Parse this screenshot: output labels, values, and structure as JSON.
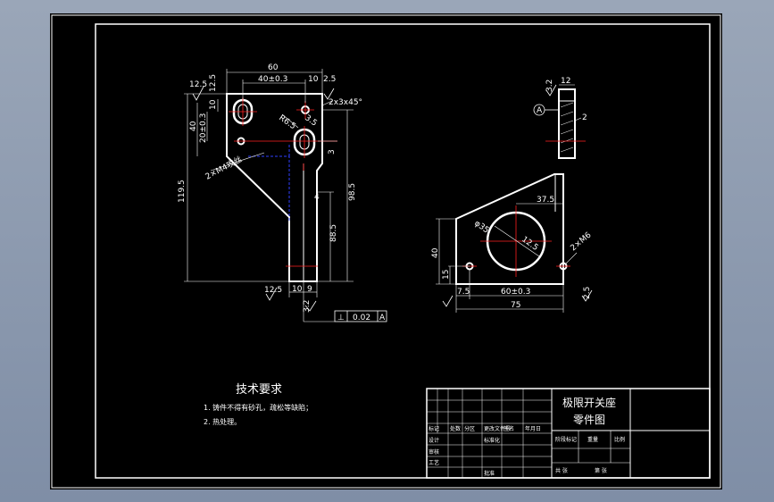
{
  "drawing": {
    "left_view": {
      "dims": {
        "d60": "60",
        "d40_03": "40±0.3",
        "d10_top": "10",
        "r2_5_top": "2.5",
        "r12_5": "12.5",
        "d12_5_left": "12.5",
        "d10_left": "10",
        "d20_03": "20±0.3",
        "d40_left": "40",
        "r6_5": "R6.5",
        "phi3_5": "3.5",
        "chamfer": "2x3x45°",
        "d3": "3",
        "d4": "4",
        "d98_5": "98.5",
        "d119_5": "119.5",
        "d88_5": "88.5",
        "threads": "2×M4攻丝",
        "d10_bottom": "10",
        "d9_bottom": "9",
        "r12_5_bottom": "12.5",
        "r3_2": "3.2"
      },
      "tolerance": {
        "symbol": "⊥",
        "value": "0.02",
        "datum": "A"
      }
    },
    "right_view": {
      "dims": {
        "d12_top": "12",
        "r3_2": "3.2",
        "datum": "A",
        "d2": "2",
        "d37_5": "37.5",
        "phi35": "φ35",
        "d12_5_in": "12.5",
        "m6": "2×M6",
        "d40": "40",
        "d15": "15",
        "d7_5": "7.5",
        "d60_03": "60±0.3",
        "r2_5": "2.5",
        "d75": "75"
      }
    }
  },
  "requirements": {
    "title": "技术要求",
    "lines": [
      "1. 铸件不得有砂孔，疏松等缺陷；",
      "2. 热处理。"
    ]
  },
  "title_block": {
    "part_name": "极限开关座",
    "drawing_type": "零件图",
    "labels": [
      "标记",
      "处数",
      "分区",
      "更改文件号",
      "签名",
      "年月日"
    ],
    "label_design": "设计",
    "label_std": "标准化",
    "label_check": "审核",
    "label_craft": "工艺",
    "label_approve": "批准",
    "label_stage": "阶段标记",
    "label_weight": "重量",
    "label_scale": "比例",
    "label_sheets": "共 张",
    "label_sheet_no": "第 张"
  },
  "colors": {
    "background": "#8c98ad",
    "sheet": "#000000",
    "line": "#ffffff",
    "center": "#ff2020",
    "hidden": "#3040ff"
  }
}
